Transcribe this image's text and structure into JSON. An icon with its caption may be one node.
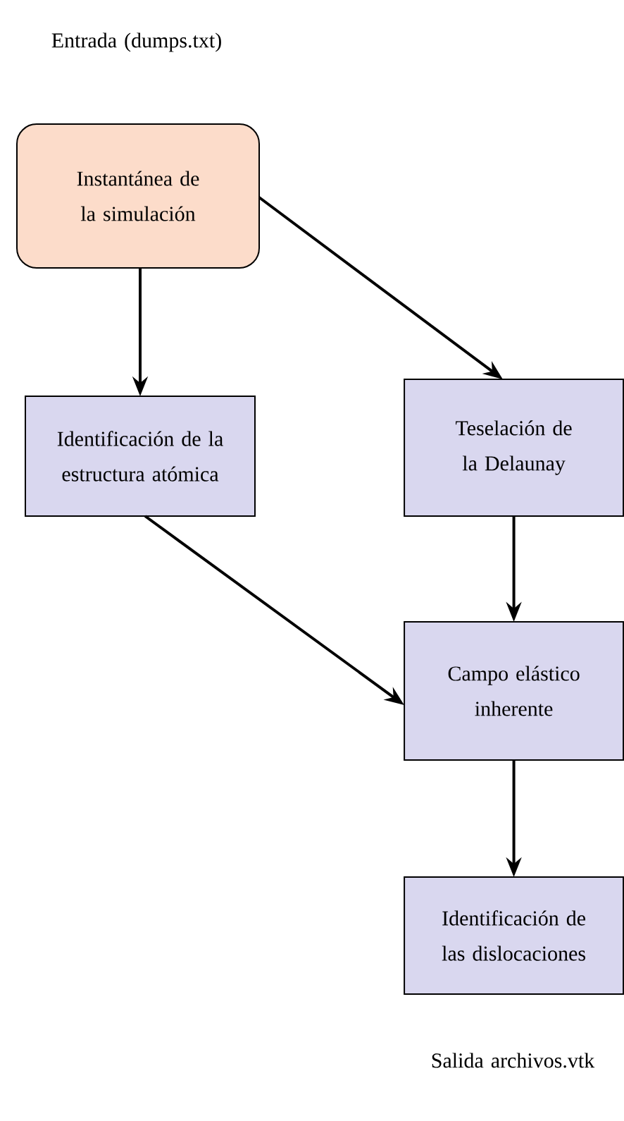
{
  "diagram": {
    "nodes": [
      {
        "text": [
          "Instantánea de la simulación"
        ],
        "beside": [
          "Entrada (dumps.txt)"
        ]
      },
      {
        "text": [
          "Identificación de la estructura atómica"
        ]
      },
      {
        "text": [
          "Teselación de la Delaunay"
        ]
      },
      {
        "text": [
          "Campo elástico inherente"
        ]
      },
      {
        "text": [
          "Identificación de las dislocaciones"
        ],
        "beside": [
          "Salida archivos.vtk"
        ]
      }
    ],
    "edges": [
      {
        "from": 0,
        "to": 1,
        "arrow": "to"
      },
      {
        "from": 0,
        "to": 2,
        "arrow": "to"
      },
      {
        "from": 2,
        "to": 3,
        "arrow": "to"
      },
      {
        "from": 1,
        "to": 3,
        "arrow": "to"
      },
      {
        "from": 3,
        "to": 4,
        "arrow": "to"
      }
    ]
  }
}
